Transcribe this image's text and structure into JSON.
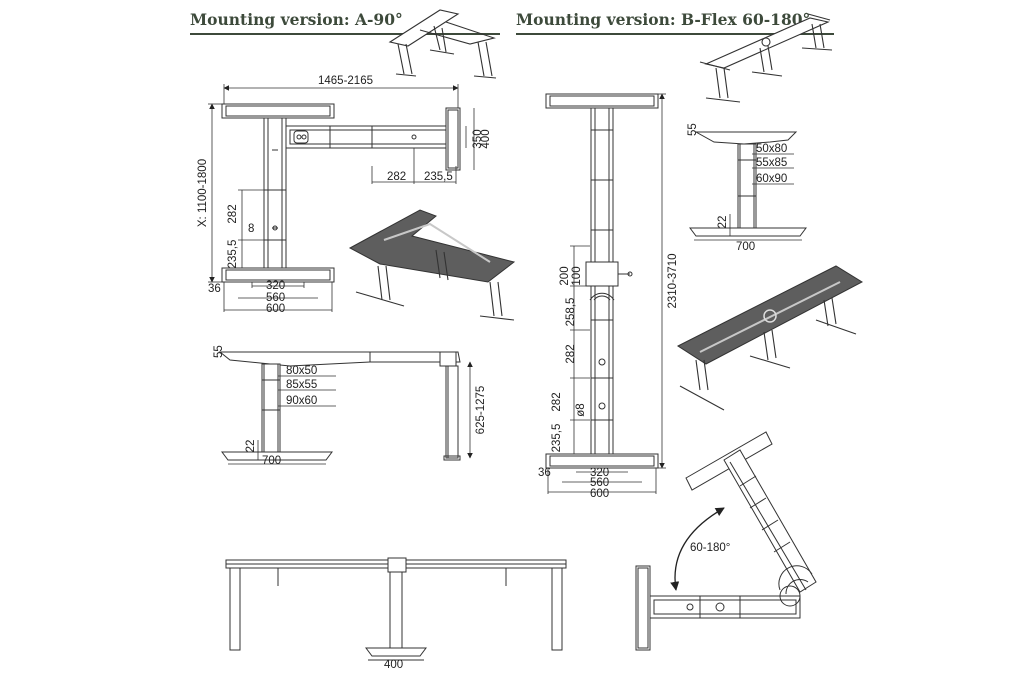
{
  "headings": {
    "left": "Mounting version: A-90°",
    "right": "Mounting version: B-Flex 60-180°"
  },
  "dim_a": {
    "total_width": "1465-2165",
    "arm_depth_inner": "350",
    "arm_depth_outer": "400",
    "arm_offset": "282",
    "arm_end": "235,5",
    "depth_range": "X: 1100-1800",
    "leg_282": "282",
    "hole": "8",
    "leg_235": "235,5",
    "foot_offset": "36",
    "foot_320": "320",
    "foot_560": "560",
    "foot_600": "600"
  },
  "side_a": {
    "top_thickness": "55",
    "profile_outer": "80x50",
    "profile_mid": "85x55",
    "profile_inner": "90x60",
    "foot_height": "22",
    "foot_width": "700",
    "height_range": "625-1275"
  },
  "front_a": {
    "foot_width": "400"
  },
  "dim_b": {
    "length_range": "2310-3710",
    "seg_200": "200",
    "seg_100": "100",
    "seg_2585": "258,5",
    "seg_282a": "282",
    "seg_282b": "282",
    "hole": "ø8",
    "seg_235": "235,5",
    "foot_offset": "36",
    "foot_320": "320",
    "foot_560": "560",
    "foot_600": "600"
  },
  "side_b": {
    "top_thickness": "55",
    "profile_inner": "50x80",
    "profile_mid": "55x85",
    "profile_outer": "60x90",
    "foot_height": "22",
    "foot_width": "700"
  },
  "angle_b": {
    "label": "60-180°"
  },
  "colors": {
    "heading": "#3d4a3b",
    "line": "#333333",
    "tabletop": "#5e5e5e"
  }
}
